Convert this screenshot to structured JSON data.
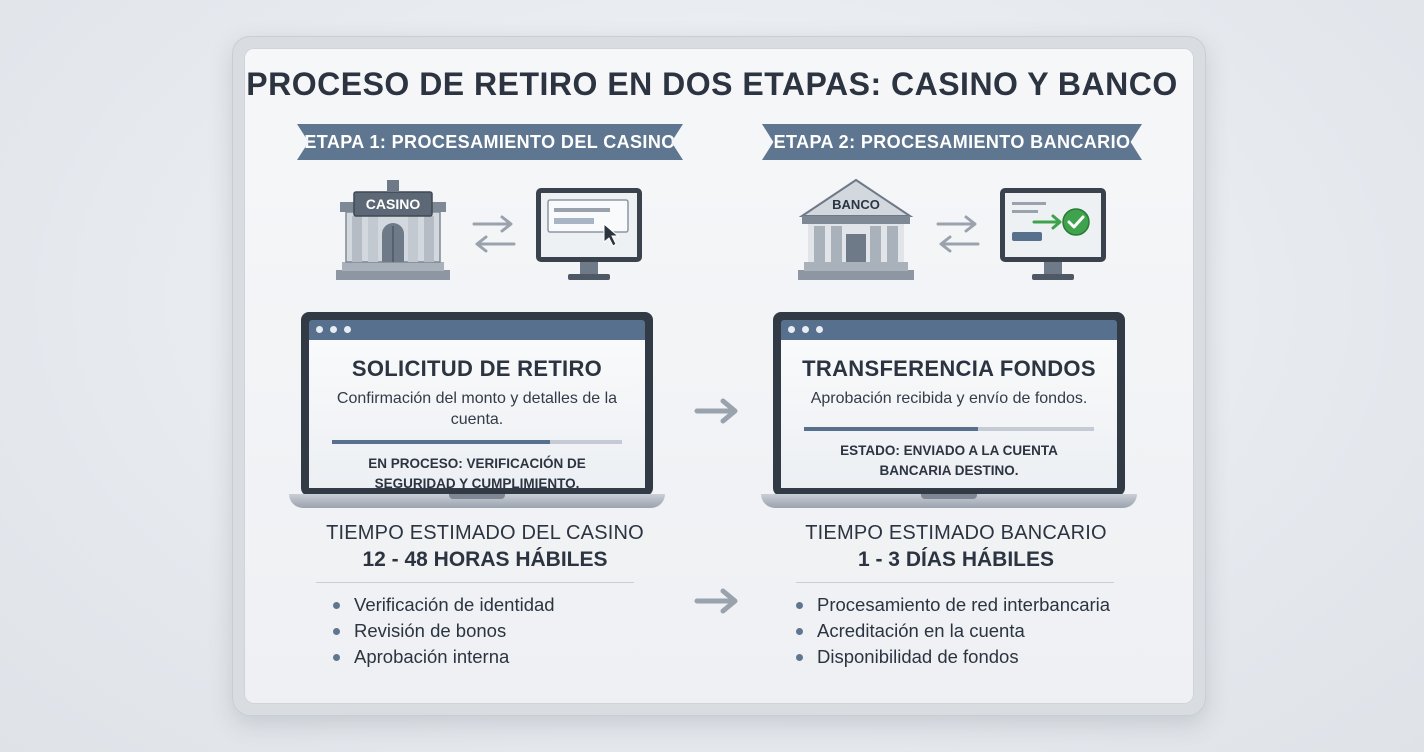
{
  "title": "PROCESO DE RETIRO EN DOS ETAPAS: CASINO Y BANCO",
  "stage1": {
    "ribbon": "ETAPA 1: PROCESAMIENTO DEL CASINO",
    "building_label": "CASINO",
    "card_title": "SOLICITUD DE RETIRO",
    "card_desc": "Confirmación del monto y detalles de la cuenta.",
    "progress": 0.75,
    "card_status": "EN PROCESO: VERIFICACIÓN DE SEGURIDAD Y CUMPLIMIENTO.",
    "estimate_label": "TIEMPO ESTIMADO DEL CASINO",
    "estimate_value": "12 - 48 HORAS HÁBILES",
    "steps": [
      "Verificación de identidad",
      "Revisión de bonos",
      "Aprobación interna"
    ]
  },
  "stage2": {
    "ribbon": "ETAPA 2: PROCESAMIENTO BANCARIO",
    "building_label": "BANCO",
    "card_title": "TRANSFERENCIA FONDOS",
    "card_desc": "Aprobación recibida y envío de fondos.",
    "progress": 0.6,
    "card_status": "ESTADO: ENVIADO A LA CUENTA BANCARIA DESTINO.",
    "estimate_label": "TIEMPO ESTIMADO BANCARIO",
    "estimate_value": "1 - 3 DÍAS HÁBILES",
    "steps": [
      "Procesamiento de red interbancaria",
      "Acreditación en la cuenta",
      "Disponibilidad de fondos"
    ]
  },
  "colors": {
    "accent": "#5f7690",
    "text": "#2b3440",
    "check": "#3fa34d"
  },
  "icons": [
    "casino-building-icon",
    "exchange-arrows-icon",
    "monitor-cursor-icon",
    "bank-building-icon",
    "monitor-check-icon",
    "right-arrow-icon"
  ]
}
